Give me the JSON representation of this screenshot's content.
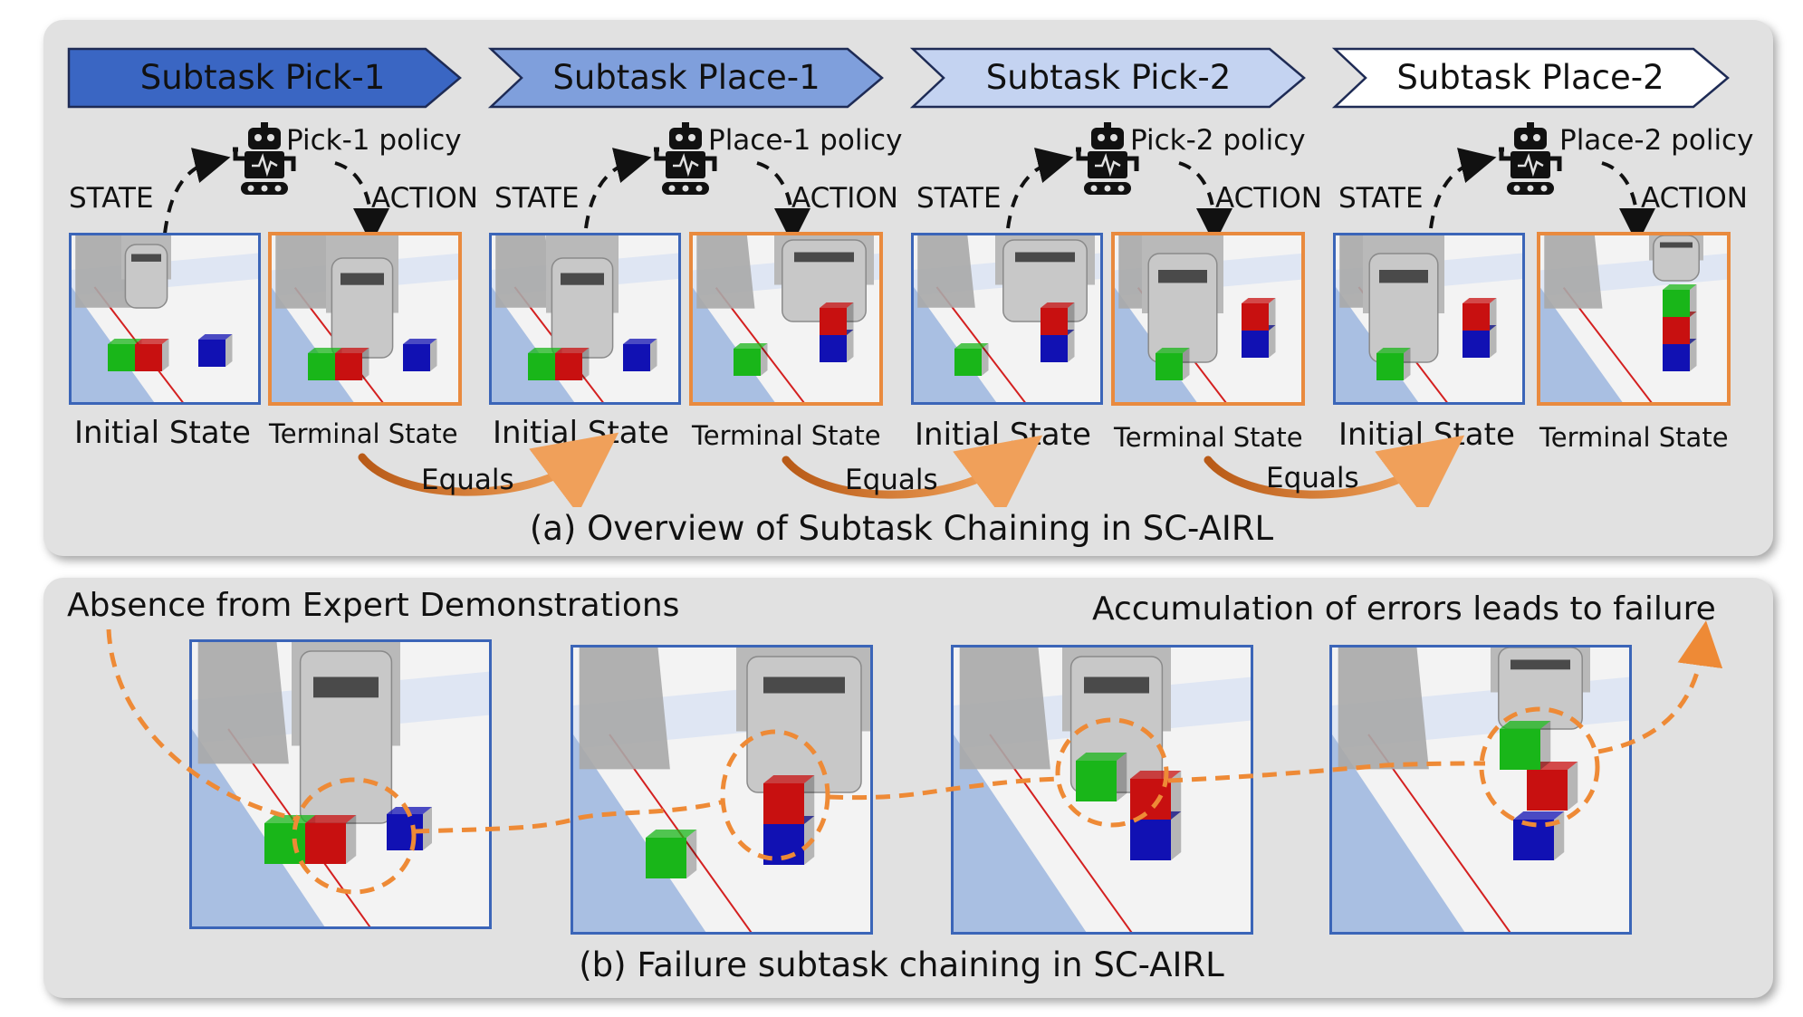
{
  "panel_a": {
    "subtasks": [
      {
        "label": "Subtask Pick-1",
        "color": "#3a66c3",
        "text_color": "#0a0a0a"
      },
      {
        "label": "Subtask Place-1",
        "color": "#7f9fdc",
        "text_color": "#0a0a0a"
      },
      {
        "label": "Subtask Pick-2",
        "color": "#c4d3f1",
        "text_color": "#0a0a0a"
      },
      {
        "label": "Subtask Place-2",
        "color": "#ffffff",
        "text_color": "#0a0a0a"
      }
    ],
    "policies": [
      "Pick-1 policy",
      "Place-1 policy",
      "Pick-2 policy",
      "Place-2 policy"
    ],
    "state_label": "STATE",
    "action_label": "ACTION",
    "initial_label": "Initial State",
    "terminal_label": "Terminal State",
    "equals_label": "Equals",
    "caption": "(a) Overview of Subtask Chaining in SC-AIRL"
  },
  "panel_b": {
    "left_annotation": "Absence from Expert Demonstrations",
    "right_annotation": "Accumulation of errors leads to failure",
    "caption": "(b) Failure subtask chaining in SC-AIRL"
  },
  "colors": {
    "panel_bg": "#e1e1e1",
    "frame_blue": "#3b65b8",
    "frame_orange": "#e98a3e",
    "cube_red": "#c81010",
    "cube_green": "#19b619",
    "cube_blue": "#1111b3",
    "floor_blue": "#a9bfe2"
  },
  "icons": [
    "robot-icon",
    "dashed-arrow",
    "curved-arrow"
  ]
}
